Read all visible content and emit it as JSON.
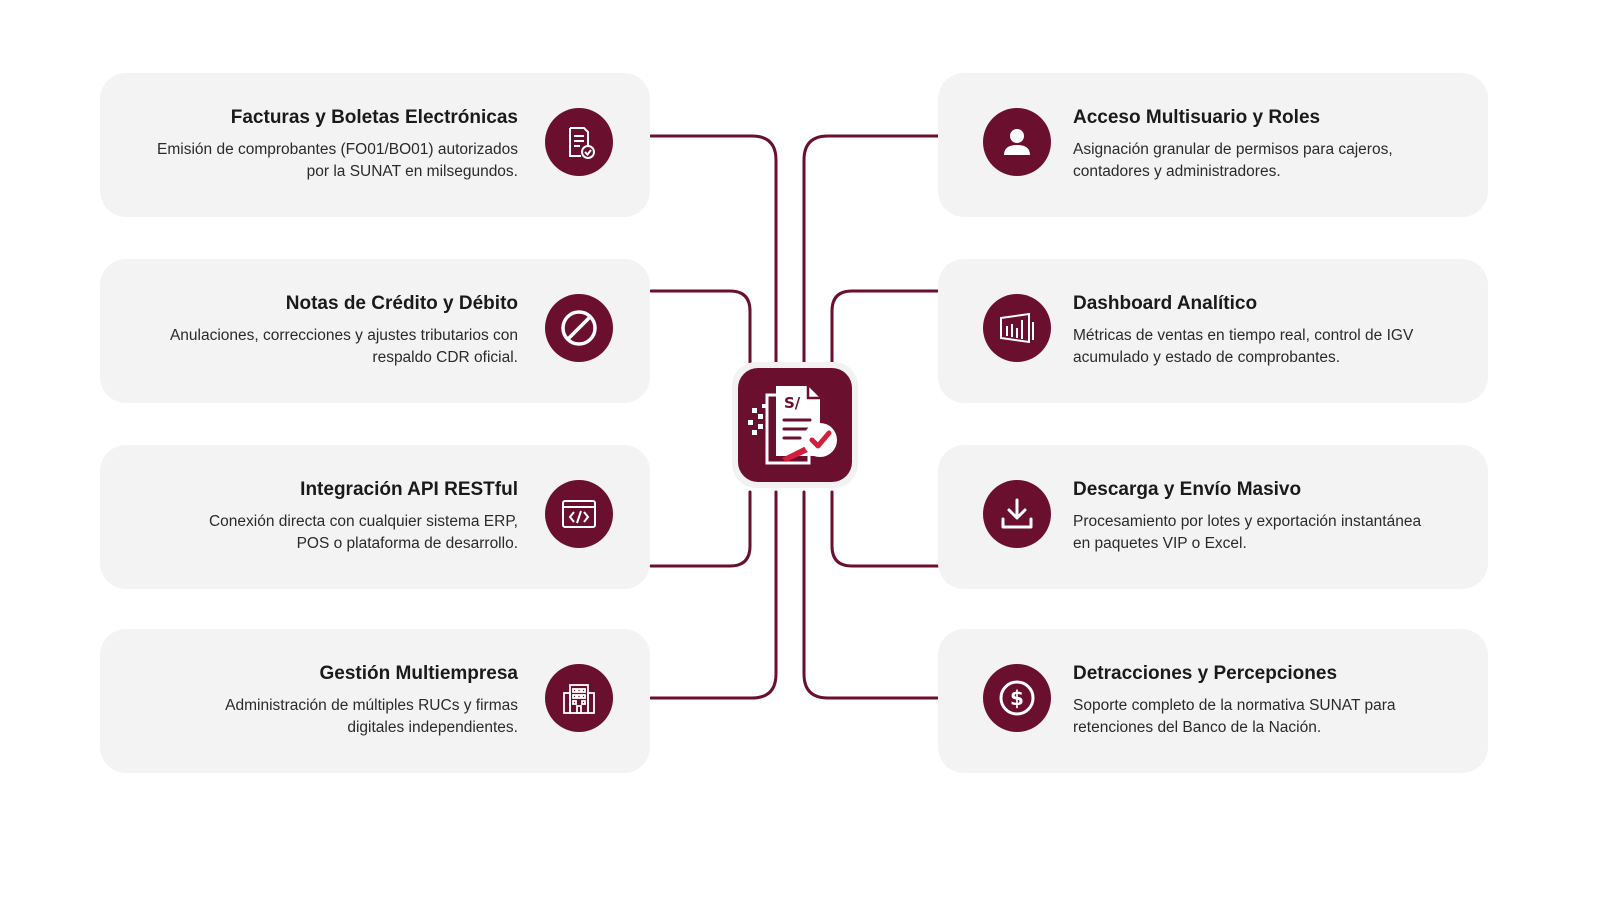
{
  "colors": {
    "accent": "#6b0f2e",
    "card_bg": "#f3f3f3",
    "text": "#1a1a1a"
  },
  "hub": {
    "icon": "invoice-check-icon",
    "symbol": "S/"
  },
  "left_cards": [
    {
      "title": "Facturas y Boletas Electrónicas",
      "desc": [
        "Emisión de comprobantes (FO01/BO01) autorizados",
        "por la SUNAT en milsegundos."
      ],
      "icon": "document-check-icon"
    },
    {
      "title": "Notas de Crédito y Débito",
      "desc": [
        "Anulaciones, correcciones y ajustes tributarios con",
        "respaldo CDR oficial."
      ],
      "icon": "ban-icon"
    },
    {
      "title": "Integración API RESTful",
      "desc": [
        "Conexión directa con cualquier sistema ERP,",
        "POS o plataforma de desarrollo."
      ],
      "icon": "code-window-icon"
    },
    {
      "title": "Gestión Multiempresa",
      "desc": [
        "Administración de múltiples RUCs y firmas",
        "digitales independientes."
      ],
      "icon": "building-icon"
    }
  ],
  "right_cards": [
    {
      "title": "Acceso Multisuario y Roles",
      "desc": [
        "Asignación granular de permisos para cajeros,",
        "contadores y administradores."
      ],
      "icon": "user-icon"
    },
    {
      "title": "Dashboard Analítico",
      "desc": [
        "Métricas de ventas en tiempo real, control de IGV",
        "acumulado y estado de comprobantes."
      ],
      "icon": "bar-chart-icon"
    },
    {
      "title": "Descarga y Envío Masivo",
      "desc": [
        "Procesamiento por lotes y exportación instantánea",
        "en paquetes VIP o Excel."
      ],
      "icon": "download-icon"
    },
    {
      "title": "Detracciones y Percepciones",
      "desc": [
        "Soporte completo de la normativa SUNAT para",
        "retenciones del Banco de la Nación."
      ],
      "icon": "dollar-icon"
    }
  ]
}
